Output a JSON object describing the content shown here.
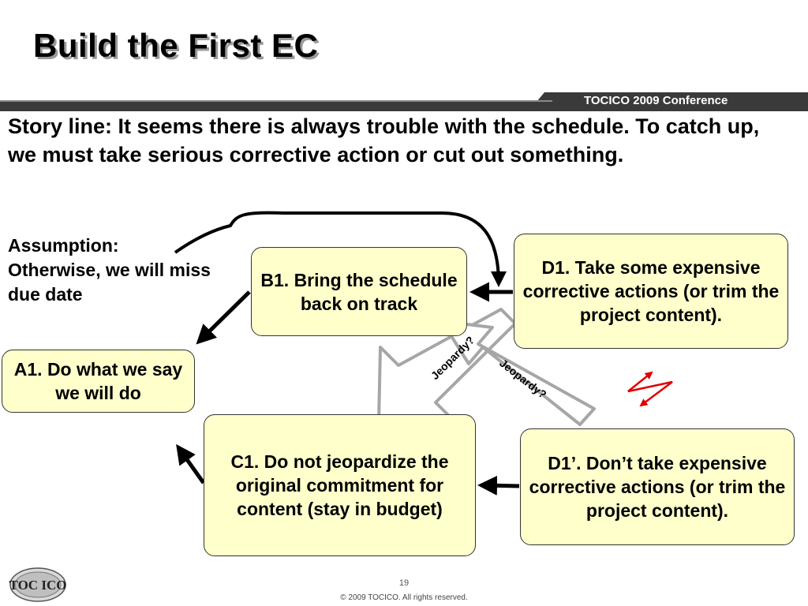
{
  "slide": {
    "title": "Build the First EC",
    "conference": "TOCICO 2009 Conference",
    "story_line": "Story line: It seems there is always trouble with the schedule.  To catch up, we must take serious corrective action or cut out something.",
    "assumption": "Assumption: Otherwise, we will miss due date",
    "page_number": "19",
    "copyright": "© 2009 TOCICO.  All rights reserved.",
    "logo_text": "TOC ICO"
  },
  "diagram": {
    "boxes": {
      "b1": "B1. Bring the schedule back on track",
      "d1": "D1. Take some expensive corrective actions (or trim the project content).",
      "a1": "A1. Do what we say we will do",
      "c1": "C1. Do not jeopardize the original commitment for content (stay in budget)",
      "d1_prime": "D1’. Don’t take expensive corrective actions (or trim the project content)."
    },
    "jeopardy_labels": [
      "Jeopardy?",
      "Jeopardy?"
    ]
  },
  "colors": {
    "box_fill": "#ffffcc",
    "header_bar": "#3a3a3a",
    "conference_text": "#ffffff",
    "conflict_arrow": "#e00000",
    "jeopardy_arrow": "#a6a6a6"
  }
}
